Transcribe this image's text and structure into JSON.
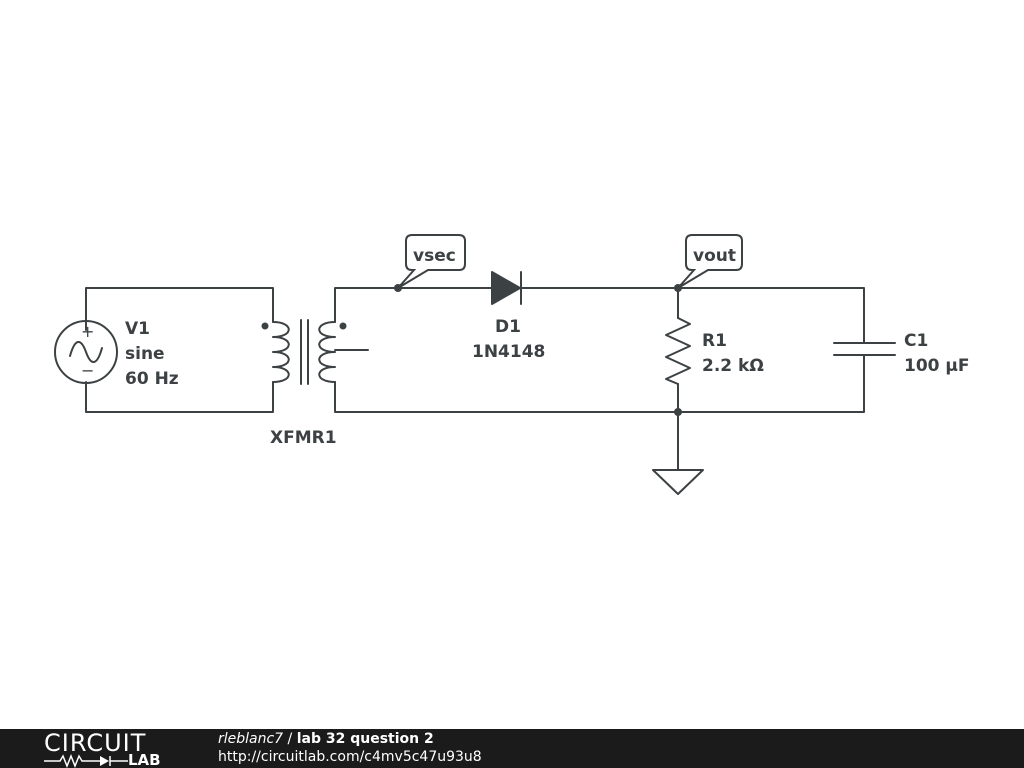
{
  "schematic": {
    "source": {
      "ref": "V1",
      "type": "sine",
      "freq": "60 Hz",
      "plus": "+",
      "minus": "−"
    },
    "transformer": {
      "ref": "XFMR1"
    },
    "diode": {
      "ref": "D1",
      "value": "1N4148"
    },
    "resistor": {
      "ref": "R1",
      "value": "2.2 kΩ"
    },
    "capacitor": {
      "ref": "C1",
      "value": "100 µF"
    },
    "nets": {
      "secondary": "vsec",
      "output": "vout"
    }
  },
  "footer": {
    "logo_top": "CIRCUIT",
    "logo_bottom": "LAB",
    "user": "rleblanc7",
    "separator": " / ",
    "title": "lab 32 question 2",
    "url": "http://circuitlab.com/c4mv5c47u93u8"
  },
  "colors": {
    "stroke": "#3c4143",
    "background": "#ffffff",
    "footer_bg": "#1b1b1b",
    "footer_text": "#ffffff"
  }
}
